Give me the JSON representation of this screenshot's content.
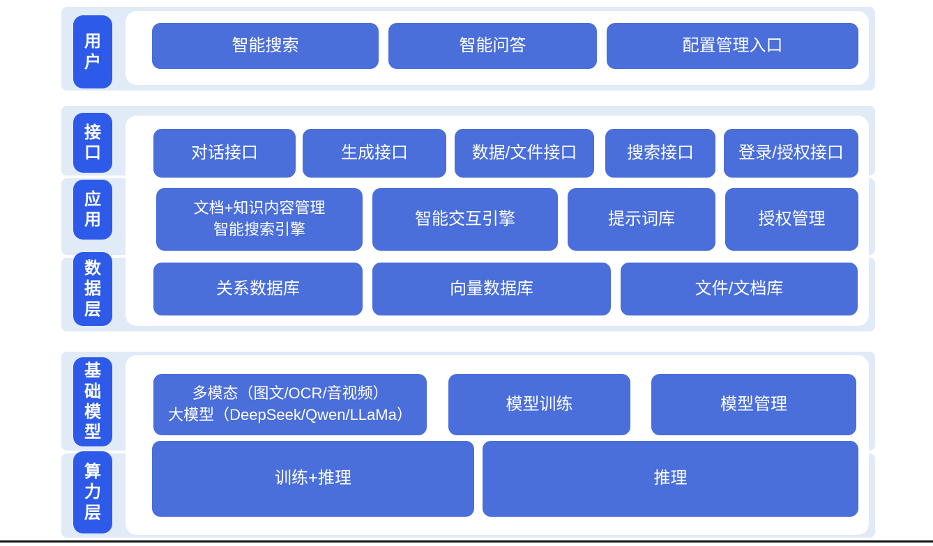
{
  "colors": {
    "band_bg": "#e1eaf7",
    "panel_bg": "#ffffff",
    "label_blue": "#2d5ae8",
    "box_blue": "#4a6eda",
    "text_white": "#ffffff",
    "bottom_line": "#111111"
  },
  "sections": [
    {
      "name": "user-layer",
      "labels": [
        {
          "text": "用户"
        }
      ],
      "rows": [
        {
          "boxes": [
            {
              "lines": [
                "智能搜索"
              ]
            },
            {
              "lines": [
                "智能问答"
              ]
            },
            {
              "lines": [
                "配置管理入口"
              ]
            }
          ]
        }
      ]
    },
    {
      "name": "interface-application-data-layer",
      "labels": [
        {
          "text": "接口"
        },
        {
          "text": "应用"
        },
        {
          "text": "数据层"
        }
      ],
      "rows": [
        {
          "boxes": [
            {
              "lines": [
                "对话接口"
              ]
            },
            {
              "lines": [
                "生成接口"
              ]
            },
            {
              "lines": [
                "数据/文件接口"
              ]
            },
            {
              "lines": [
                "搜索接口"
              ]
            },
            {
              "lines": [
                "登录/授权接口"
              ]
            }
          ]
        },
        {
          "boxes": [
            {
              "lines": [
                "文档+知识内容管理",
                "智能搜索引擎"
              ]
            },
            {
              "lines": [
                "智能交互引擎"
              ]
            },
            {
              "lines": [
                "提示词库"
              ]
            },
            {
              "lines": [
                "授权管理"
              ]
            }
          ]
        },
        {
          "boxes": [
            {
              "lines": [
                "关系数据库"
              ]
            },
            {
              "lines": [
                "向量数据库"
              ]
            },
            {
              "lines": [
                "文件/文档库"
              ]
            }
          ]
        }
      ]
    },
    {
      "name": "foundation-model-compute-layer",
      "labels": [
        {
          "text": "基础模型"
        },
        {
          "text": "算力层"
        }
      ],
      "rows": [
        {
          "boxes": [
            {
              "lines": [
                "多模态（图文/OCR/音视频）",
                "大模型（DeepSeek/Qwen/LLaMa）"
              ]
            },
            {
              "lines": [
                "模型训练"
              ]
            },
            {
              "lines": [
                "模型管理"
              ]
            }
          ]
        },
        {
          "boxes": [
            {
              "lines": [
                "训练+推理"
              ]
            },
            {
              "lines": [
                "推理"
              ]
            }
          ]
        }
      ]
    }
  ]
}
